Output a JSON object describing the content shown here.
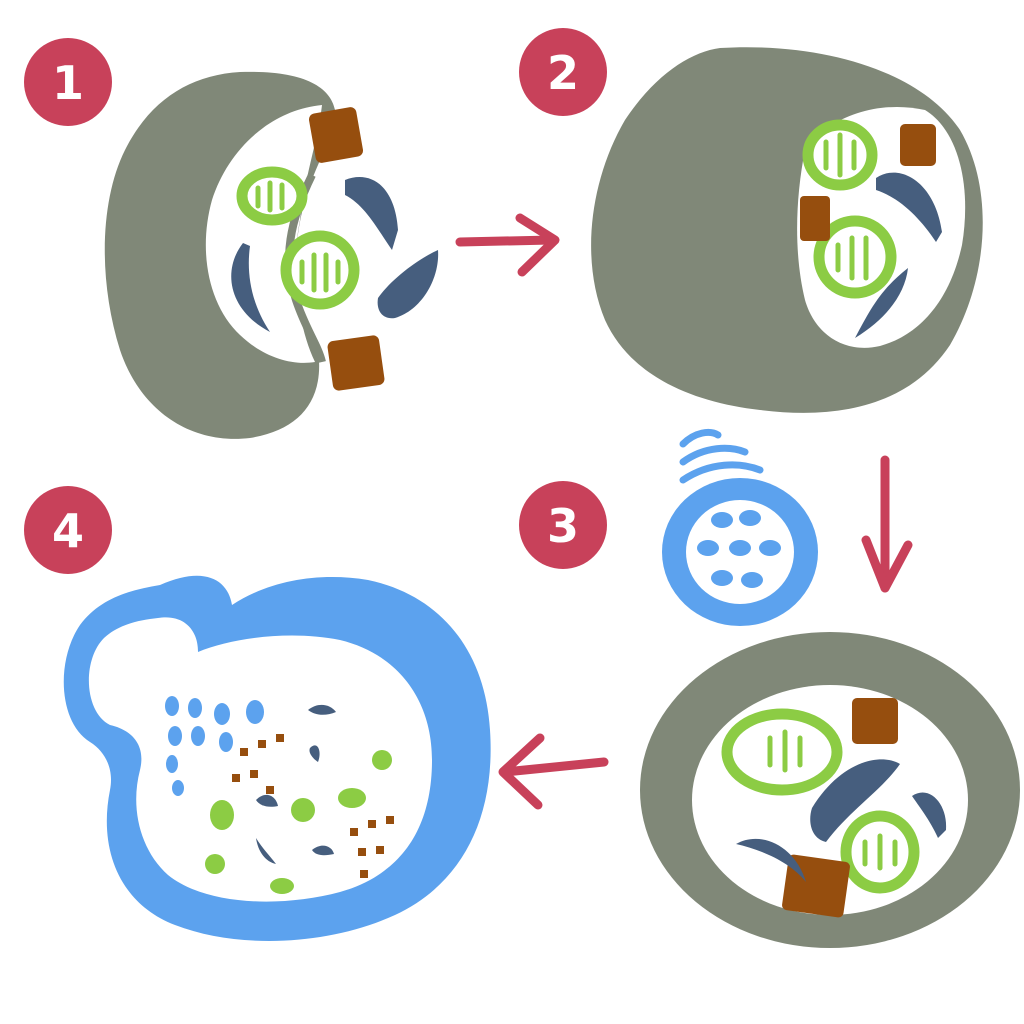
{
  "colors": {
    "badge": "#c8415a",
    "badge_text": "#ffffff",
    "arrow": "#c8415a",
    "wall": "#808878",
    "cell_interior": "#ffffff",
    "chloroplast": "#8ccc44",
    "chloroplast_stripe": "#ffffff",
    "crescent": "#465e7e",
    "brown_block": "#964e0e",
    "blue_outline": "#5ca2ee"
  },
  "steps": [
    {
      "label": "1",
      "icon": "cell-opening-icon"
    },
    {
      "label": "2",
      "icon": "cell-open-icon"
    },
    {
      "label": "3",
      "icon": "cell-with-virus-icon"
    },
    {
      "label": "4",
      "icon": "cell-digested-icon"
    }
  ],
  "arrows": [
    {
      "from": "1",
      "to": "2",
      "direction": "right"
    },
    {
      "from": "2",
      "to": "3",
      "direction": "down"
    },
    {
      "from": "3",
      "to": "4",
      "direction": "left"
    }
  ]
}
